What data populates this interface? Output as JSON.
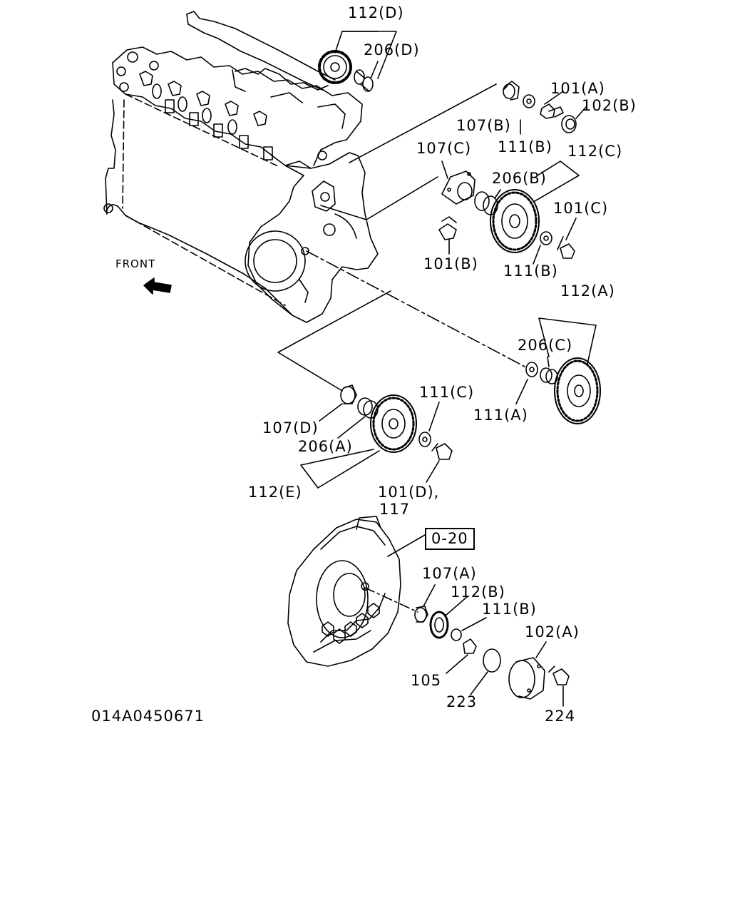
{
  "diagram": {
    "front_label": "FRONT",
    "figure_id": "014A0450671",
    "reference_box": "0-20",
    "callouts": {
      "c112D": "112(D)",
      "c206D": "206(D)",
      "c101A": "101(A)",
      "c102B": "102(B)",
      "c107B": "107(B)",
      "c111B_1": "111(B)",
      "c107C": "107(C)",
      "c112C": "112(C)",
      "c206B": "206(B)",
      "c101C": "101(C)",
      "c101B": "101(B)",
      "c111B_2": "111(B)",
      "c112A": "112(A)",
      "c206C": "206(C)",
      "c111A": "111(A)",
      "c111C": "111(C)",
      "c107D": "107(D)",
      "c206A": "206(A)",
      "c112E": "112(E)",
      "c101D": "101(D),",
      "c117": "117",
      "c107A": "107(A)",
      "c112B": "112(B)",
      "c111B_3": "111(B)",
      "c102A": "102(A)",
      "c105": "105",
      "c223": "223",
      "c224": "224"
    }
  }
}
